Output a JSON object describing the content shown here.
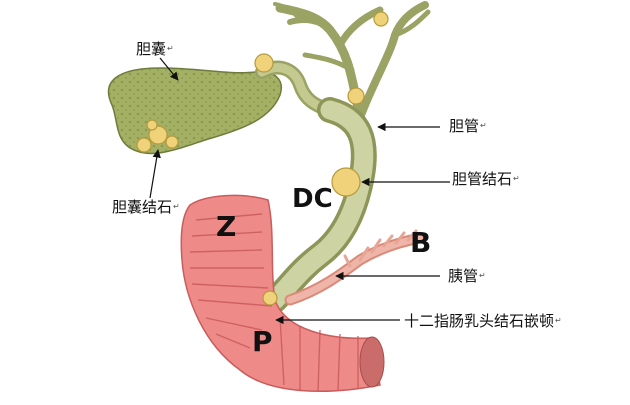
{
  "labels": {
    "gallbladder": "胆囊",
    "gallstones": "胆囊结石",
    "bile_duct": "胆管",
    "bile_duct_stone": "胆管结石",
    "pancreatic_duct": "胰管",
    "papilla_stone": "十二指肠乳头结石嵌顿",
    "para_mark": "↵"
  },
  "letters": {
    "z": "Z",
    "dc": "DC",
    "b": "B",
    "p": "P"
  },
  "colors": {
    "gallbladder_fill": "#a9b46a",
    "gallbladder_dark": "#7c8a45",
    "duct_fill": "#c6cc9a",
    "duct_edge": "#8d9559",
    "stone": "#f0d27a",
    "stone_edge": "#b59a3c",
    "intestine": "#ee8a88",
    "intestine_fold": "#c95c5c",
    "pancreatic": "#efb5a8",
    "pointer": "#111111"
  }
}
